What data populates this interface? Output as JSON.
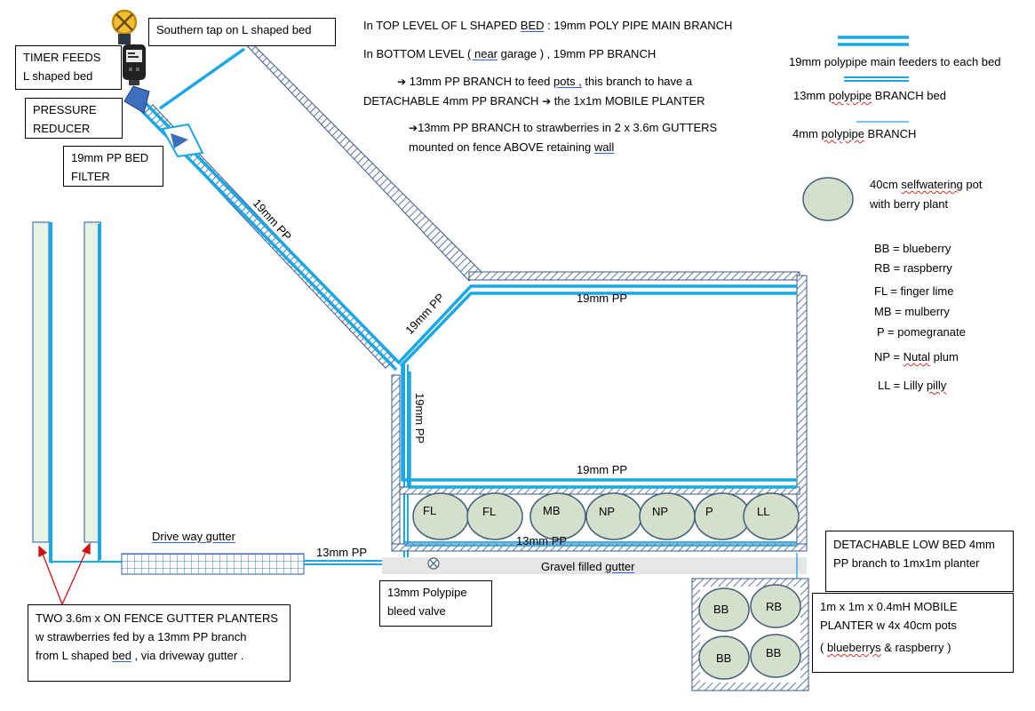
{
  "notes": {
    "l1a": "In TOP LEVEL OF L SHAPED ",
    "l1b": "BED",
    "l1c": " : 19mm POLY PIPE MAIN BRANCH",
    "l2a": "In BOTTOM LEVEL ",
    "l2b": "( near",
    "l2c": " garage ) , 19mm PP BRANCH",
    "l3a": "13mm PP BRANCH to feed ",
    "l3b": "pots ,",
    "l3c": " this branch to have a",
    "l4a": "DETACHABLE 4mm PP BRANCH ",
    "l4b": "  the 1x1m MOBILE PLANTER",
    "l5a": "13mm PP BRANCH to strawberries in 2 x 3.6m GUTTERS",
    "l6a": "mounted on fence ABOVE retaining ",
    "l6b": "wall"
  },
  "legend": {
    "main19": "19mm polypipe main feeders to each bed",
    "branch13a": "13mm ",
    "branch13b": "polypipe",
    "branch13c": " BRANCH bed",
    "branch4a": "4mm ",
    "branch4b": "polypipe",
    "branch4c": " BRANCH",
    "pot1a": "40cm ",
    "pot1b": "selfwatering",
    "pot1c": " pot",
    "pot2": "with berry plant",
    "abbr": {
      "bb": "BB = blueberry",
      "rb": "RB = raspberry",
      "fl": "FL = finger lime",
      "mb": "MB = mulberry",
      "p": "P = pomegranate",
      "np1": "NP = ",
      "np2": "Nutal",
      "np3": " plum",
      "ll1": "LL = Lilly ",
      "ll2": "pilly"
    }
  },
  "boxes": {
    "tap": "Southern tap on L shaped bed",
    "timer1": "TIMER FEEDS",
    "timer2": "L shaped bed",
    "reducer1": "PRESSURE",
    "reducer2": "REDUCER",
    "filter1": "19mm PP BED",
    "filter2": "FILTER",
    "bleed1": "13mm Polypipe",
    "bleed2": "bleed valve",
    "detach1": "DETACHABLE LOW BED 4mm",
    "detach2": "PP branch to 1mx1m planter",
    "mobile1": "1m x 1m x 0.4mH MOBILE",
    "mobile2": "PLANTER w 4x 40cm pots",
    "mobile3a": "( ",
    "mobile3b": "blueberrys",
    "mobile3c": " & raspberry )",
    "gutter1": "TWO 3.6m x ON FENCE GUTTER PLANTERS",
    "gutter2": "w strawberries fed by a 13mm PP branch",
    "gutter3a": "from L shaped ",
    "gutter3b": "bed",
    "gutter3c": "  , via driveway gutter   ."
  },
  "pipes": {
    "diag": "19mm PP",
    "elbow": "19mm PP",
    "vert": "19mm PP",
    "top": "19mm PP",
    "mid": "19mm PP",
    "low13": "13mm PP",
    "drive13": "13mm PP"
  },
  "driveway_gutter": "Drive way gutter",
  "gravel_a": "Gravel filled ",
  "gravel_b": "gutter",
  "pots_row": [
    "FL",
    "FL",
    "MB",
    "NP",
    "NP",
    "P",
    "LL"
  ],
  "mobile_pots": [
    "BB",
    "RB",
    "BB",
    "BB"
  ],
  "colors": {
    "pipe": "#1aa7e6",
    "pot": "#d4e0cc",
    "pot_stroke": "#3f5e7a",
    "planter": "#e8f2e4",
    "hatch": "#3b5788",
    "grid": "#4a74b4",
    "gravel": "#e6e6e6",
    "reducer": "#3d6fbf",
    "tap": "#f0c030",
    "arrows": "#d01010"
  },
  "icons": [
    "tap-icon",
    "timer-icon",
    "pressure-reducer-icon",
    "bed-filter-icon",
    "bleed-valve-icon"
  ]
}
